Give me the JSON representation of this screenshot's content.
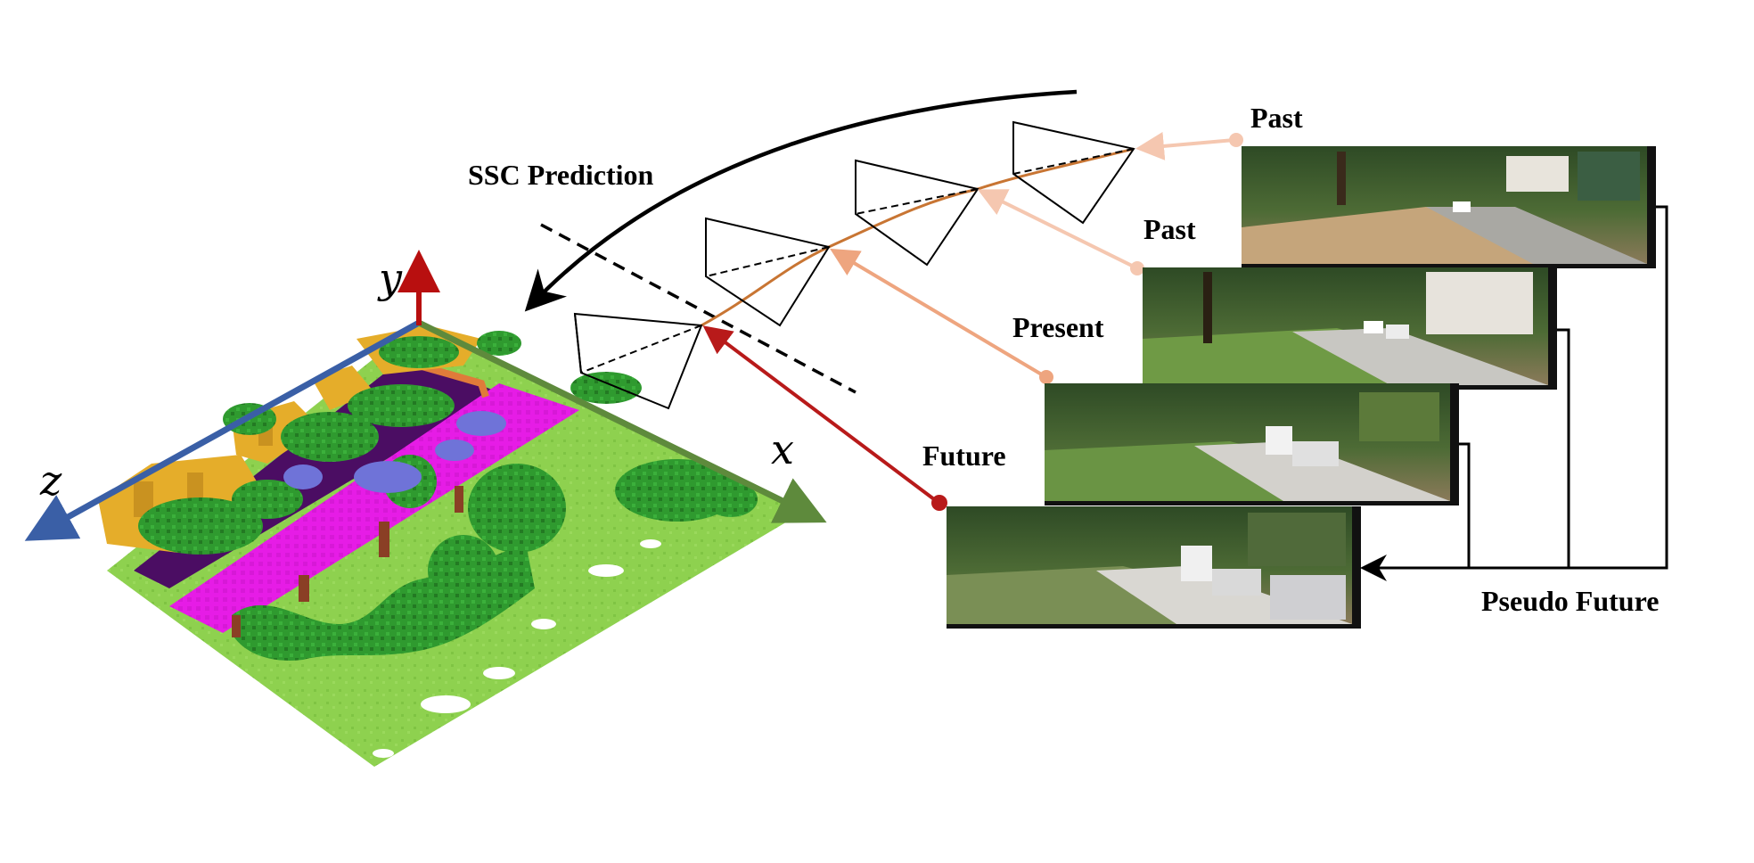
{
  "labels": {
    "ssc_prediction": "SSC Prediction",
    "past_top": "Past",
    "past_second": "Past",
    "present": "Present",
    "future": "Future",
    "pseudo_future": "Pseudo Future"
  },
  "axes": {
    "x": "x",
    "y": "y",
    "z": "z"
  },
  "colors": {
    "past_connector": "#f5c7b0",
    "present_connector": "#eea57f",
    "future_connector": "#b81a1a",
    "trajectory": "#c87533",
    "axis_x": "#5e8a3c",
    "axis_y": "#b80f0f",
    "axis_z": "#3a5fa6",
    "grass": "#8ed14f",
    "vegetation": "#2f9a2f",
    "road": "#e61ce6",
    "sidewalk": "#4b0d63",
    "building": "#e5ad2a",
    "car": "#6f73d8",
    "trunk": "#8a3f25"
  },
  "icons": [
    "camera-frustum-icon",
    "arrow-icon"
  ]
}
